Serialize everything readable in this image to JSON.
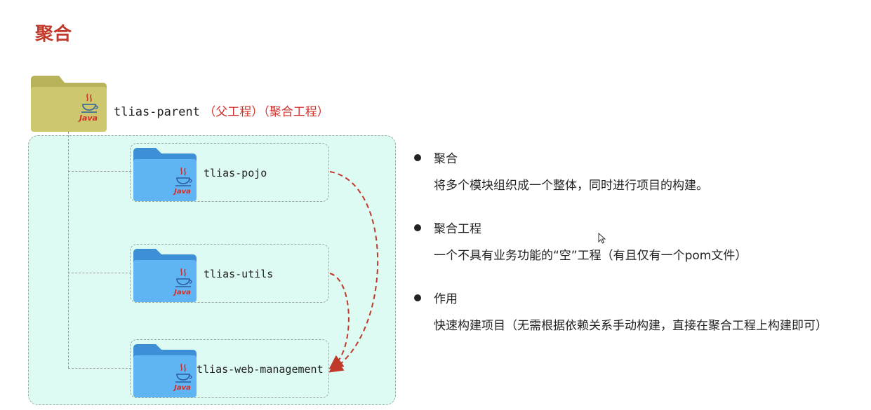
{
  "title": "聚合",
  "parent": {
    "name": "tlias-parent",
    "tags": "（父工程）（聚合工程）",
    "icon": "java-folder-icon"
  },
  "modules": [
    {
      "name": "tlias-pojo",
      "icon": "java-folder-icon"
    },
    {
      "name": "tlias-utils",
      "icon": "java-folder-icon"
    },
    {
      "name": "tlias-web-management",
      "icon": "java-folder-icon"
    }
  ],
  "java_label": "Java",
  "bullets": [
    {
      "title": "聚合",
      "desc": "将多个模块组织成一个整体，同时进行项目的构建。"
    },
    {
      "title": "聚合工程",
      "desc": "一个不具有业务功能的“空”工程（有且仅有一个pom文件）"
    },
    {
      "title": "作用",
      "desc": "快速构建项目（无需根据依赖关系手动构建，直接在聚合工程上构建即可）"
    }
  ],
  "colors": {
    "title": "#c0392b",
    "accent_red": "#d0302b",
    "agg_box_bg": "#ddfbf2",
    "parent_folder": "#c9c36a",
    "module_folder": "#4aa6ee"
  }
}
